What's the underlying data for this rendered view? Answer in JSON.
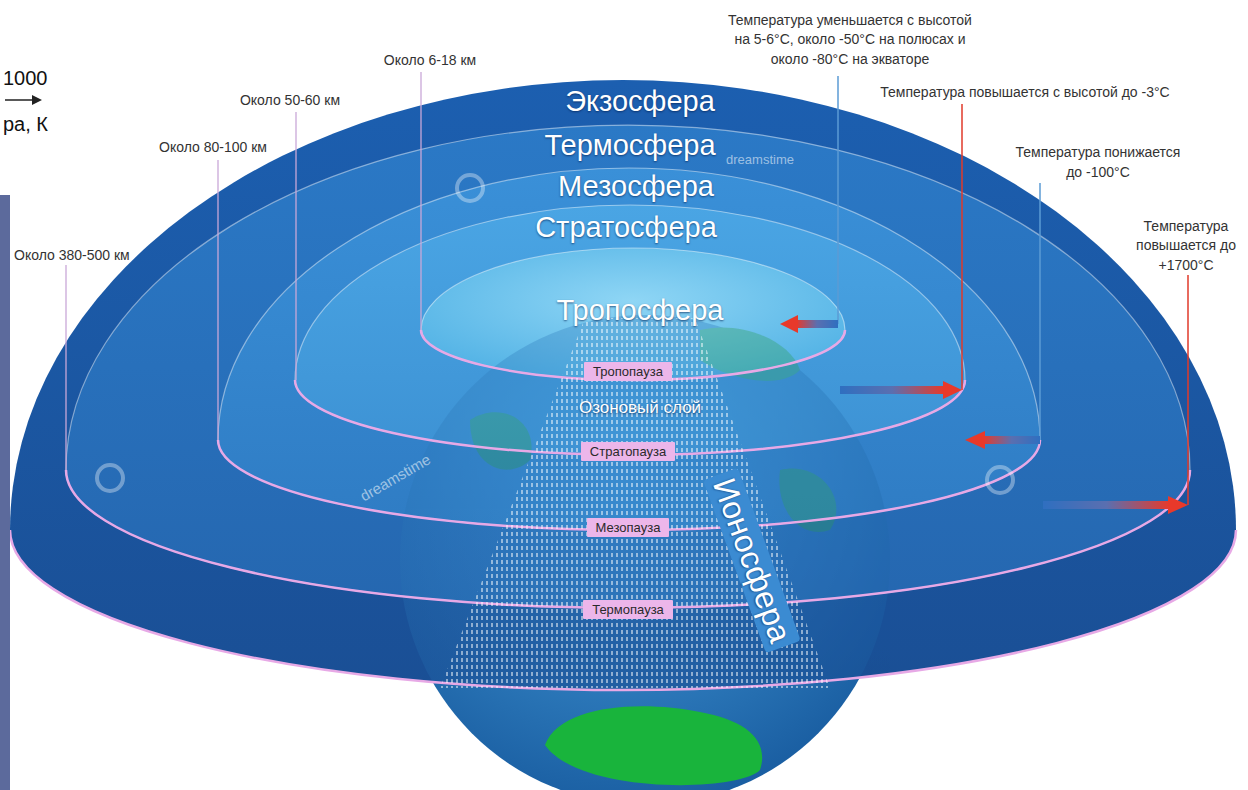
{
  "diagram": {
    "nodes": [
      {
        "text": [
          "Тропопауза"
        ]
      },
      {
        "text": [
          "Стратопауза"
        ]
      },
      {
        "text": [
          "Мезопауза"
        ]
      },
      {
        "text": [
          "Термопауза"
        ]
      }
    ],
    "labels": [
      "1000",
      "ра, К",
      "Около 6-18 км",
      "Температура уменьшается с высотой на 5-6°C, около -50°C на полюсах и около -80°C на экваторе",
      "Около 50-60 км",
      "Температура повышается с высотой до -3°C",
      "Экзосфера",
      "Около 80-100 км",
      "dreamstime",
      "Термосфера",
      "Температура понижается до -100°C",
      "Мезосфера",
      "Стратосфера",
      "Температура повышается до +1700°C",
      "Около 380-500 км",
      "Тропосфера",
      "Озоновый слой",
      "dreamstime",
      "Ионосфера"
    ]
  }
}
